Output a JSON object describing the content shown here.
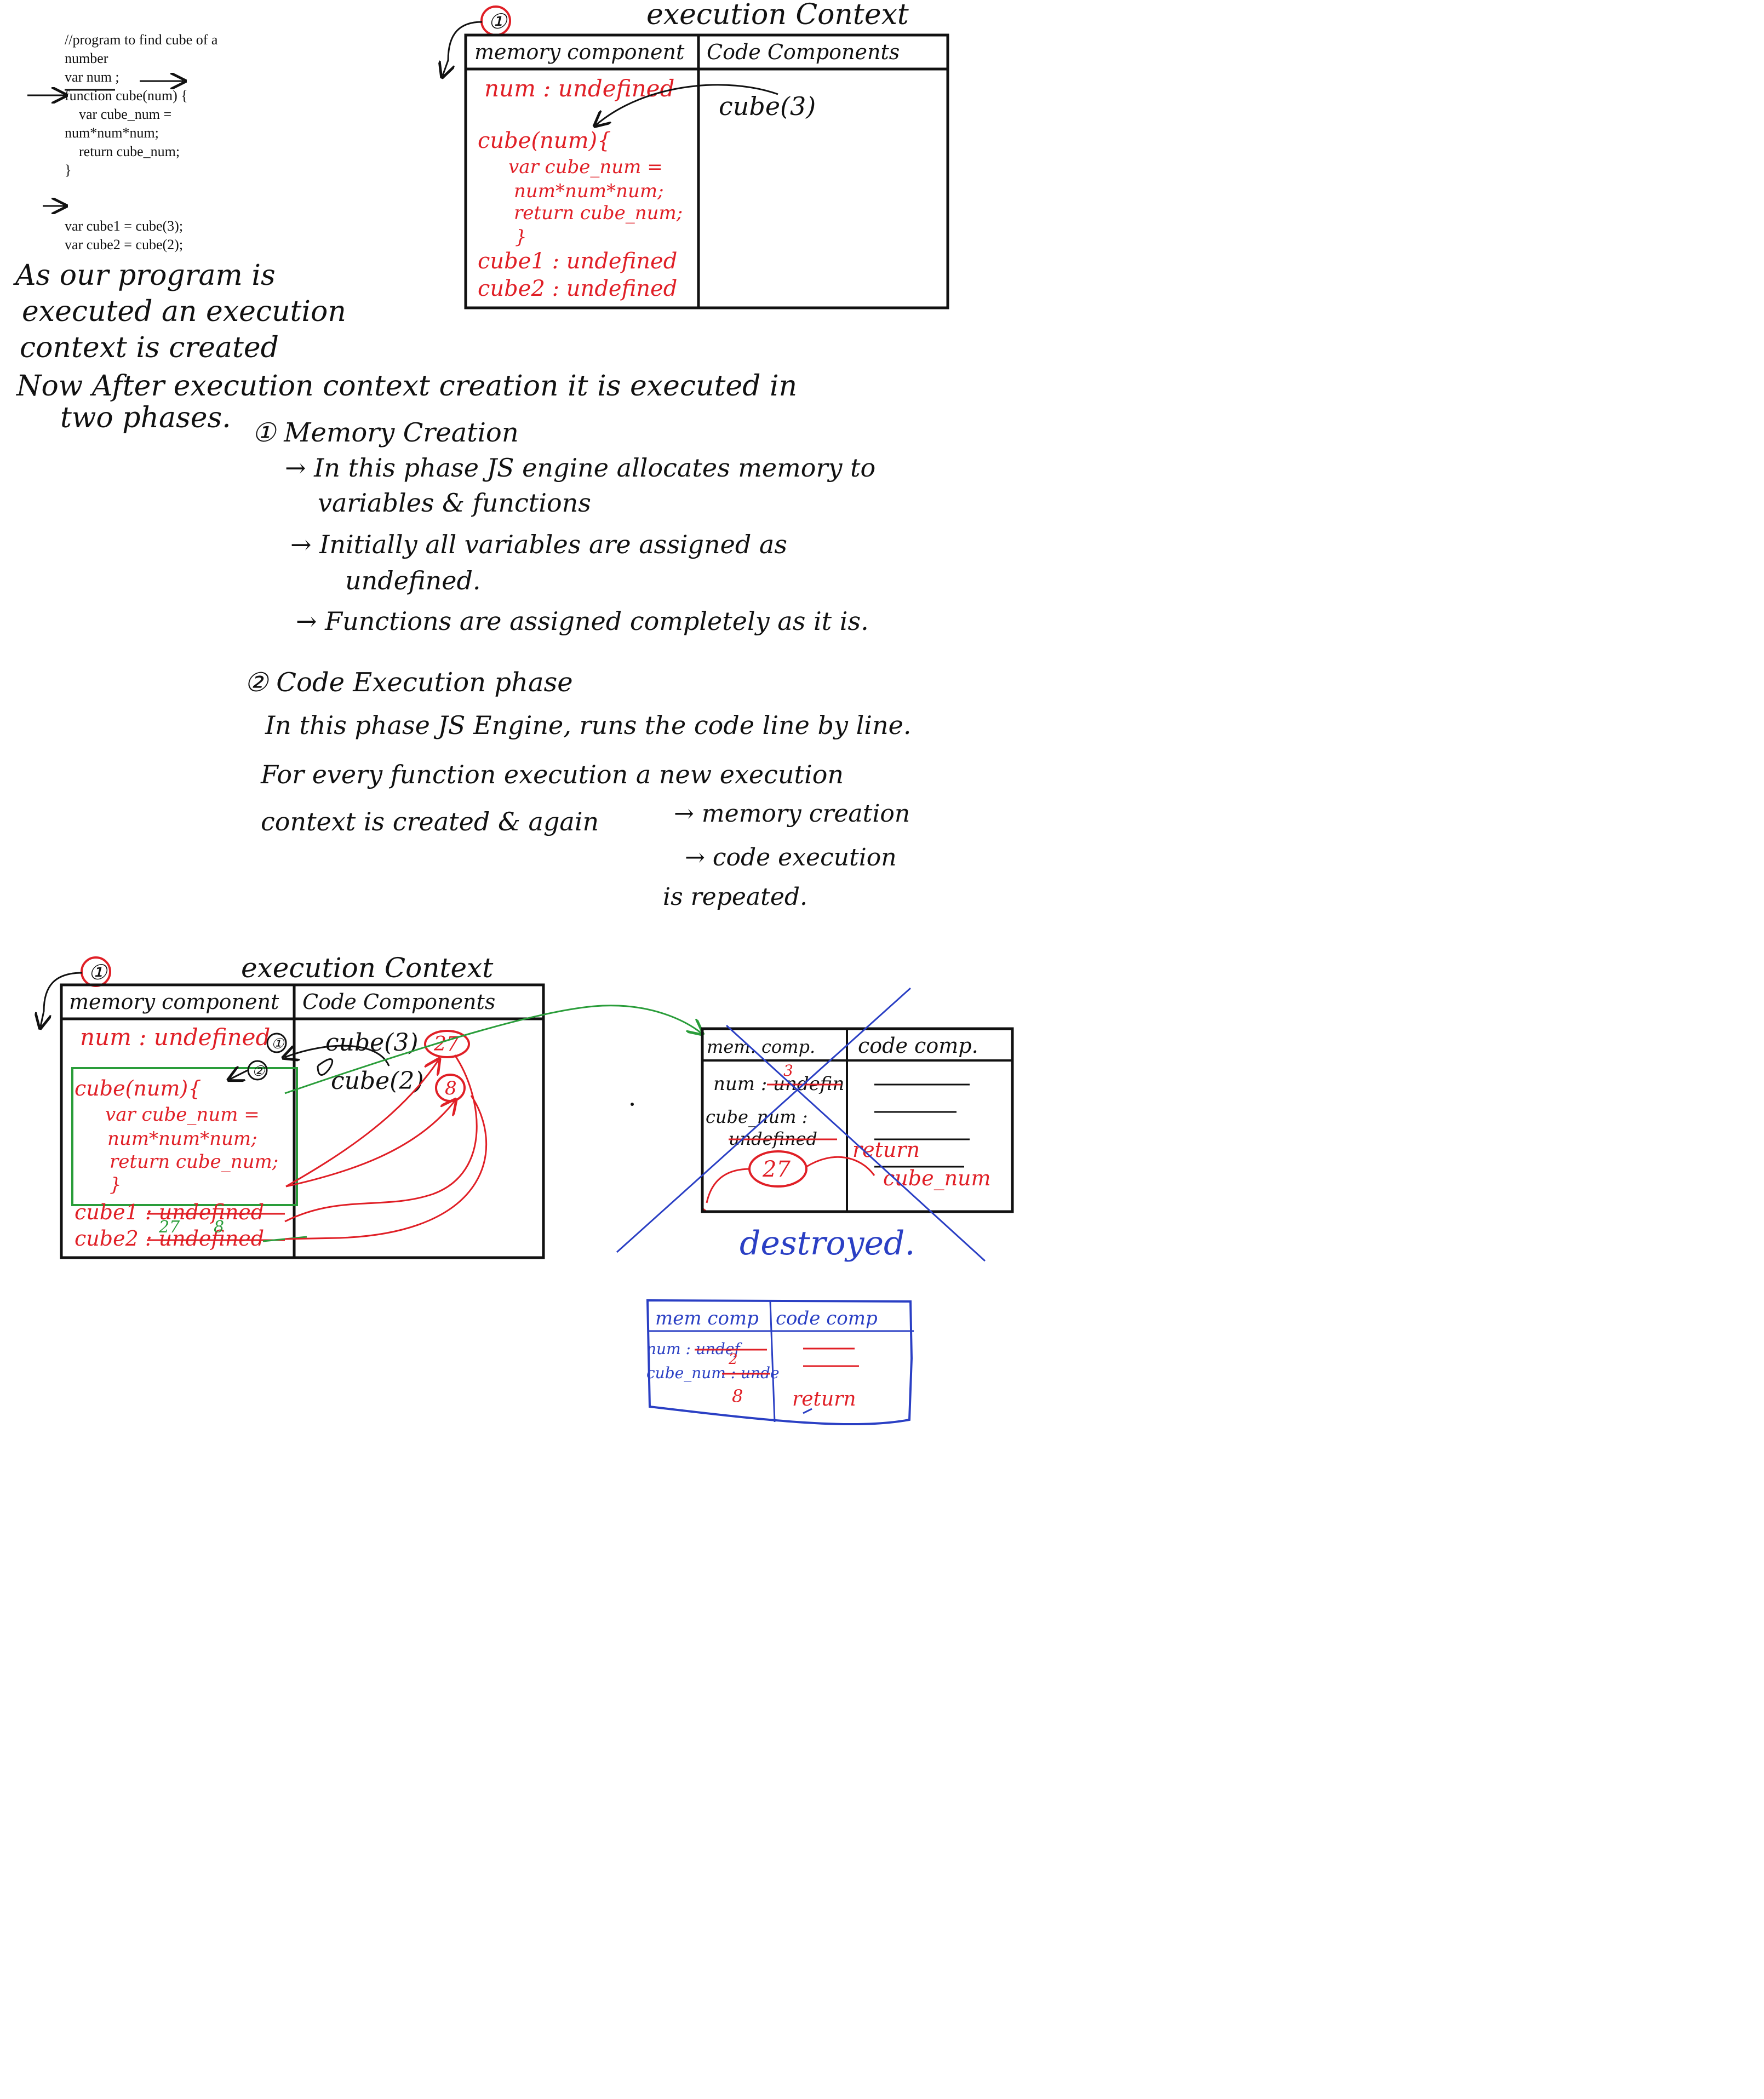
{
  "code_snippet": {
    "lines": [
      "//program to find cube of a",
      "number",
      "var num ;",
      "function cube(num) {",
      "    var cube_num =",
      "num*num*num;",
      "    return cube_num;",
      "}",
      "",
      "",
      "var cube1 = cube(3);",
      "var cube2 = cube(2);"
    ]
  },
  "notes": {
    "intro": [
      "As our program is",
      "executed an execution",
      "context is created"
    ],
    "phases_intro": [
      "Now After execution context creation it is executed in",
      "two phases."
    ],
    "phase1_title": "① Memory Creation",
    "phase1_points": [
      "→ In this phase JS engine allocates memory to",
      "variables & functions",
      "→ Initially all variables are assigned as",
      "undefined.",
      "→ Functions are assigned completely as it is."
    ],
    "phase2_title": "② Code Execution phase",
    "phase2_points": [
      "In this phase JS Engine, runs the code line by line.",
      "For every function execution a new execution",
      "context is created & again",
      "→ memory creation",
      "→ code execution",
      "is repeated."
    ]
  },
  "diagram1": {
    "marker": "①",
    "title": "execution Context",
    "col_memory": "memory component",
    "col_code": "Code Components",
    "memory_lines": [
      "num : undefined",
      "cube(num){",
      "var cube_num =",
      "num*num*num;",
      "return cube_num;",
      "}",
      "cube1 : undefined",
      "cube2 : undefined"
    ],
    "code_lines": [
      "cube(3)"
    ]
  },
  "diagram2": {
    "marker": "①",
    "title": "execution Context",
    "col_memory": "memory component",
    "col_code": "Code Components",
    "memory_lines": [
      "num : undefined",
      "cube(num){",
      "var cube_num =",
      "num*num*num;",
      "return cube_num;",
      "}",
      "cube1 : undefined",
      "cube2 : undefined"
    ],
    "step_markers": [
      "①",
      "②"
    ],
    "replaced_values": [
      "27",
      "8"
    ],
    "code_lines": [
      "cube(3)",
      "cube(2)"
    ],
    "result_circles": [
      "27",
      "8"
    ]
  },
  "inner_context": {
    "col_memory": "mem. comp.",
    "col_code": "code comp.",
    "memory_lines": [
      "num : undefin",
      "cube_num :",
      "undefined"
    ],
    "num_value": "3",
    "result": "27",
    "code_lines": [
      "return",
      "cube_num"
    ],
    "status": "destroyed."
  },
  "small_context": {
    "col_memory": "mem comp",
    "col_code": "code comp",
    "memory_lines": [
      "num : undef",
      "cube_num : unde"
    ],
    "num_value": "2",
    "result": "8",
    "code_line": "return"
  },
  "colors": {
    "ink": "#111111",
    "red": "#e01f26",
    "blue": "#2a3fc4",
    "green": "#2a9d3a"
  }
}
